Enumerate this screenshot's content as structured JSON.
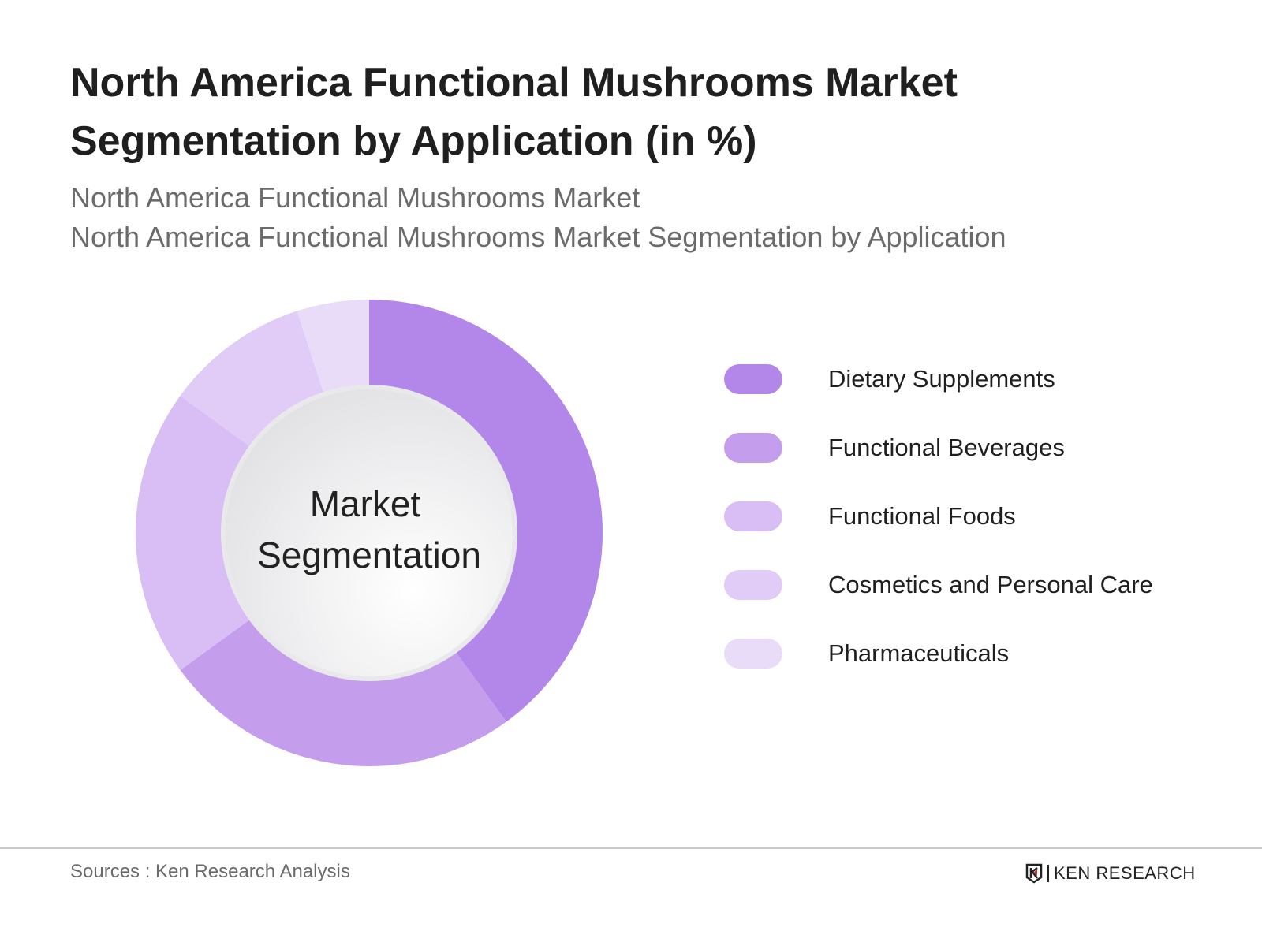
{
  "title": "North America Functional Mushrooms  Market Segmentation by Application (in %)",
  "subtitle_1": "North America Functional Mushrooms Market",
  "subtitle_2": "North America Functional Mushrooms Market Segmentation by Application",
  "chart_data": {
    "type": "pie",
    "variant": "donut",
    "center_label_line1": "Market",
    "center_label_line2": "Segmentation",
    "categories": [
      "Dietary Supplements",
      "Functional Beverages",
      "Functional Foods",
      "Cosmetics and Personal Care",
      "Pharmaceuticals"
    ],
    "values": [
      40,
      25,
      20,
      10,
      5
    ],
    "colors": [
      "#b386ea",
      "#c59ded",
      "#d8bef5",
      "#e0ccf6",
      "#e9dcf8"
    ],
    "legend_position": "right"
  },
  "footer": {
    "source": "Sources : Ken Research Analysis",
    "logo_text": "KEN RESEARCH"
  }
}
